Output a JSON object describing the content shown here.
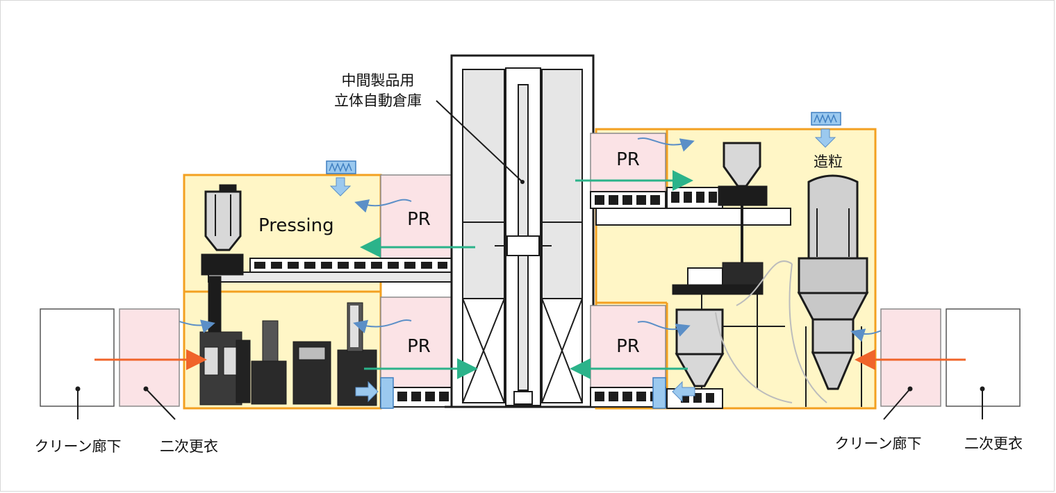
{
  "labels": {
    "warehouse_line1": "中間製品用",
    "warehouse_line2": "立体自動倉庫",
    "pressing": "Pressing",
    "granulation": "造粒",
    "pr": "PR",
    "clean_corridor": "クリーン廊下",
    "secondary_change": "二次更衣"
  },
  "colors": {
    "room_fill": "#fff6c6",
    "room_border": "#f3a021",
    "pr_fill": "#fbe3e6",
    "green_arrow": "#2bb38a",
    "orange_arrow": "#f0642a",
    "blue_arrow": "#9bc9ef",
    "blue_flow": "#5b8fc7",
    "machine": "#1c1c1c"
  },
  "icons": [
    "filter-icon",
    "down-arrow-icon",
    "airflow-arrow-icon",
    "transfer-arrow-icon"
  ]
}
